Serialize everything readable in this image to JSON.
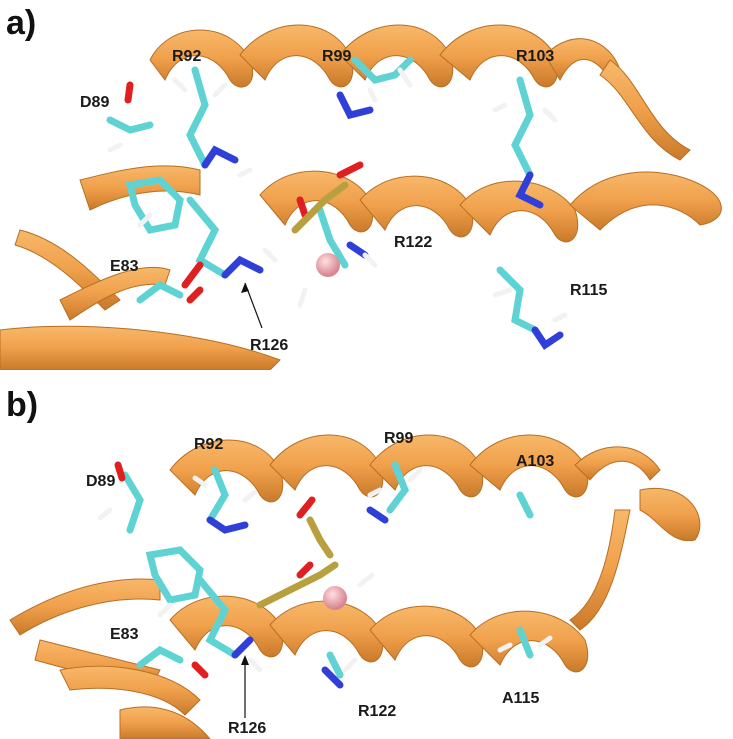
{
  "panels": [
    {
      "label": "a)",
      "residues": [
        "R92",
        "R99",
        "R103",
        "D89",
        "R122",
        "E83",
        "R115",
        "R126"
      ]
    },
    {
      "label": "b)",
      "residues": [
        "R92",
        "R99",
        "D89",
        "A103",
        "E83",
        "R126",
        "R122",
        "A115"
      ]
    }
  ],
  "colors": {
    "ribbon": "#f0a04b",
    "ribbon_dark": "#c97a2a",
    "carbon": "#5fd3d3",
    "nitrogen": "#2f3fd8",
    "oxygen": "#e02020",
    "hydrogen": "#f2f2f2",
    "phosphorus": "#b8a040",
    "ion": "#f4a8b0"
  }
}
